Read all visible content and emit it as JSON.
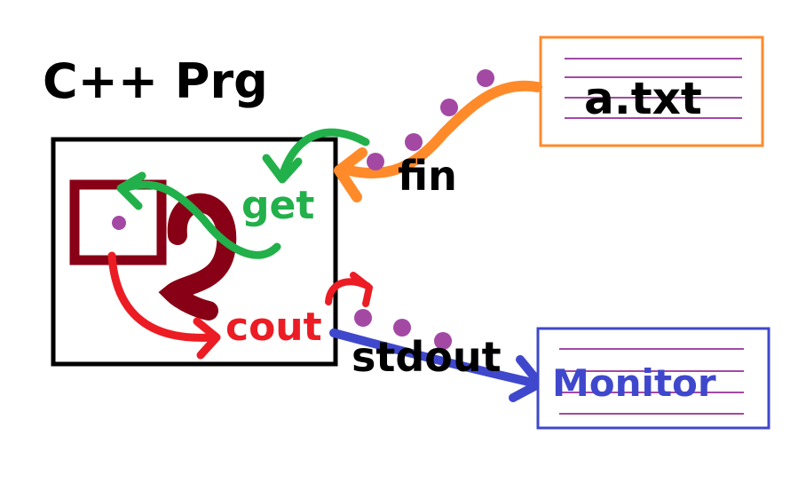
{
  "title": "C++ Prg",
  "labels": {
    "input_file": "a.txt",
    "input_stream": "fin",
    "get_call": "get",
    "output_stream": "cout",
    "std_stream": "stdout",
    "output_device": "Monitor"
  },
  "colors": {
    "ink": "#000000",
    "input_flow": "#ff8a2a",
    "get_flow": "#22b04a",
    "output_flow": "#ec1c24",
    "stdout_flow": "#3f48cc",
    "buffer": "#880015",
    "char_dot": "#a349a4",
    "file_lines": "#a349a4",
    "file_border": "#ff8a2a",
    "monitor_border": "#3f48cc",
    "monitor_text": "#3f48cc"
  }
}
